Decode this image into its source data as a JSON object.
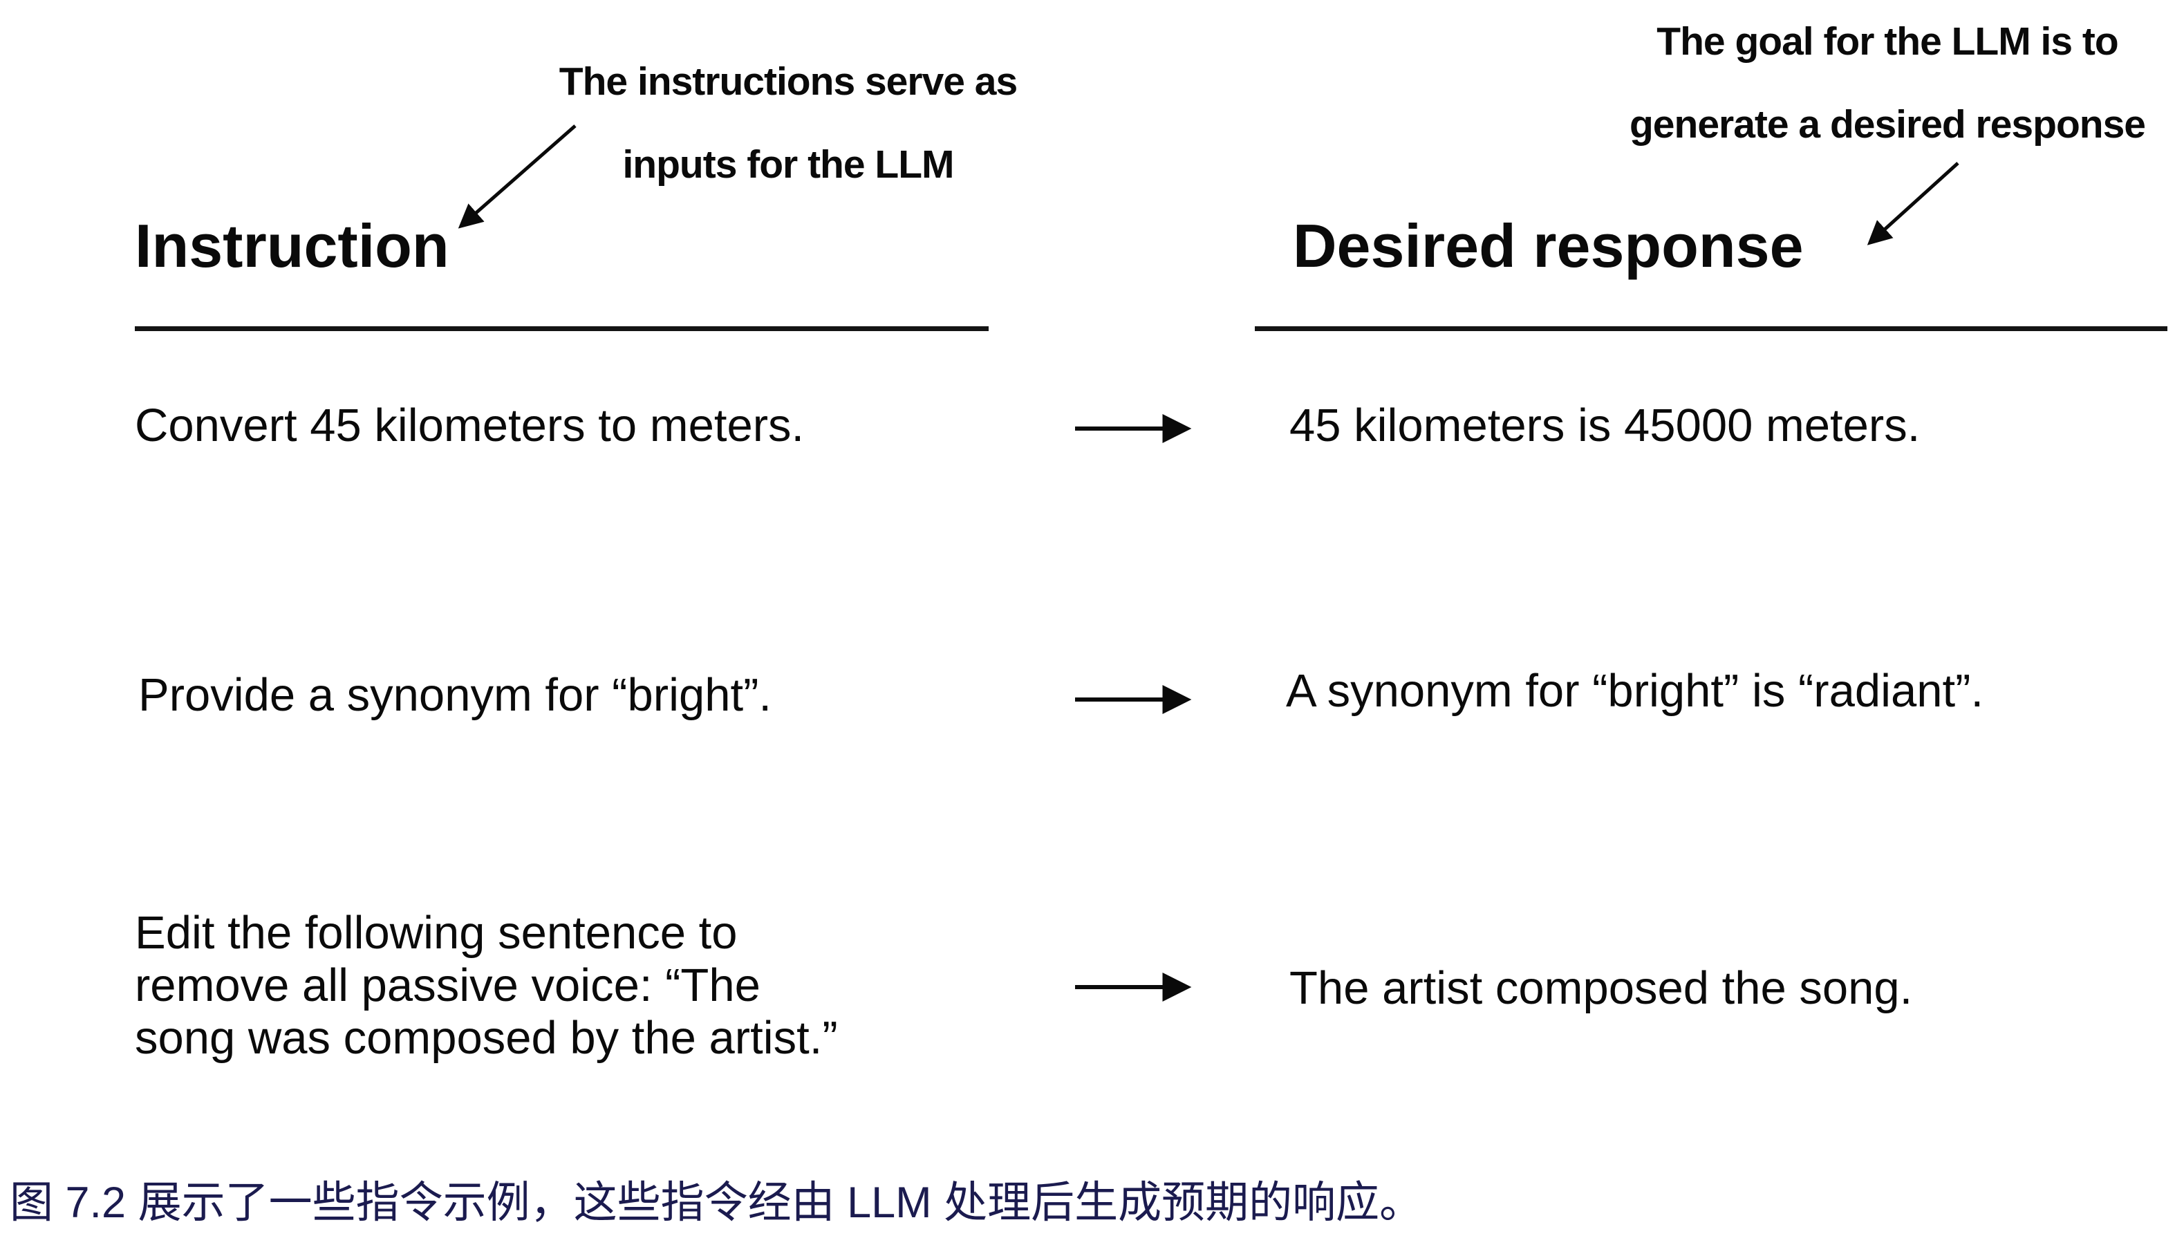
{
  "colors": {
    "background": "#ffffff",
    "text": "#0a0a0a",
    "caption": "#1b1b4f"
  },
  "annotations": {
    "left": {
      "text": "The instructions serve as\ninputs for the LLM"
    },
    "right": {
      "text": "The goal for the LLM is to\ngenerate a desired response"
    }
  },
  "columns": {
    "left_header": "Instruction",
    "right_header": "Desired response"
  },
  "rows": [
    {
      "instruction": "Convert 45 kilometers to meters.",
      "response": "45 kilometers is 45000 meters."
    },
    {
      "instruction": "Provide a synonym for “bright”.",
      "response": "A synonym for “bright” is “radiant”."
    },
    {
      "instruction": "Edit the following sentence to\nremove all passive voice: “The\nsong was composed by the artist.”",
      "response": "The artist composed the song."
    }
  ],
  "caption": "图 7.2 展示了一些指令示例，这些指令经由 LLM 处理后生成预期的响应。"
}
